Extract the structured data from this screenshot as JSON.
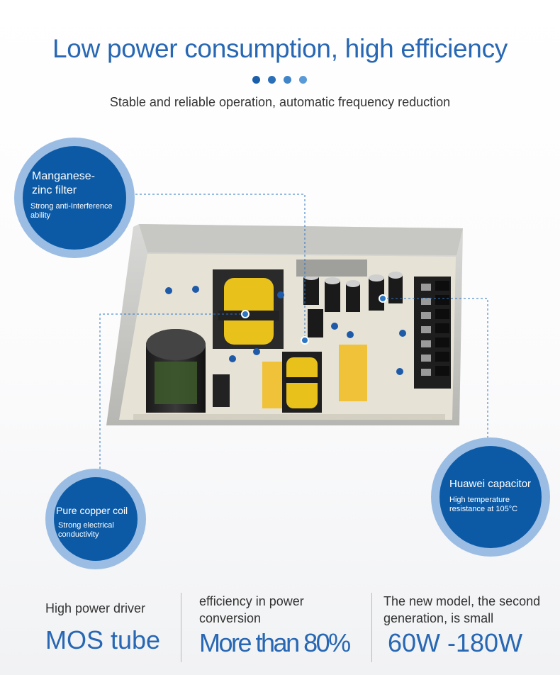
{
  "header": {
    "title": "Low power consumption, high efficiency",
    "subtitle": "Stable and reliable operation, automatic frequency reduction",
    "dot_colors": [
      "#1b5faa",
      "#2b6fb8",
      "#3f85c8",
      "#5a9ad6"
    ]
  },
  "callouts": {
    "filter": {
      "title_line1": "Manganese-",
      "title_line2": "zinc filter",
      "desc_line1": "Strong anti-Interference",
      "desc_line2": "ability"
    },
    "coil": {
      "title": "Pure copper coil",
      "desc_line1": "Strong electrical",
      "desc_line2": "conductivity"
    },
    "capacitor": {
      "title": "Huawei capacitor",
      "desc_line1": "High temperature",
      "desc_line2": "resistance at 105°C"
    }
  },
  "features": {
    "driver": {
      "label": "High power driver",
      "value": "MOS tube"
    },
    "efficiency": {
      "label_line1": "efficiency in power",
      "label_line2": "conversion",
      "value": "More than 80%"
    },
    "model": {
      "label_line1": "The new model, the second",
      "label_line2": "generation, is small",
      "value": "60W -180W"
    }
  },
  "colors": {
    "accent": "#2767b3",
    "bubble": "#0c5aa6",
    "bubble_ring": "#9cbde3",
    "coil_yellow": "#e8c21a",
    "pcb": "#e6e3d6"
  },
  "icons": [
    "power-supply-board-image"
  ]
}
